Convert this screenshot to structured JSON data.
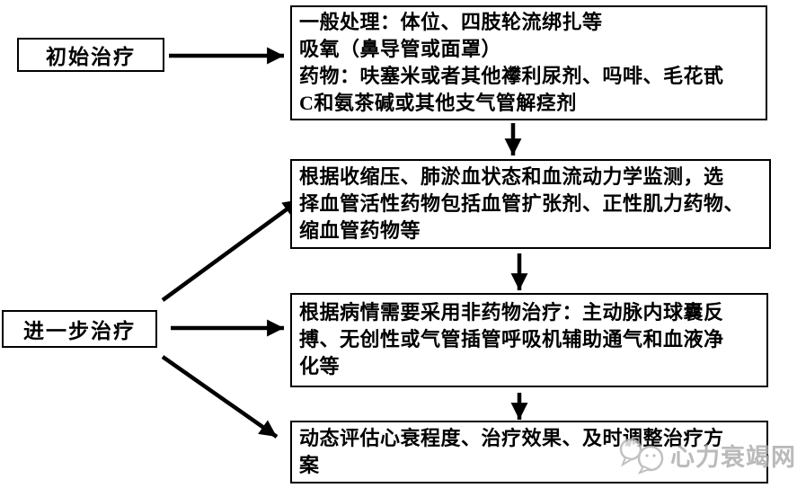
{
  "flowchart": {
    "stage_labels": {
      "initial": "初始治疗",
      "further": "进一步治疗"
    },
    "steps": {
      "general": "一般处理：体位、四肢轮流绑扎等\n吸氧（鼻导管或面罩）\n药物：呋塞米或者其他襻利尿剂、吗啡、毛花甙\nC和氨茶碱或其他支气管解痉剂",
      "vasoactive": "根据收缩压、肺淤血状态和血流动力学监测，选\n择血管活性药物包括血管扩张剂、正性肌力药物、\n缩血管药物等",
      "nonpharma": "根据病情需要采用非药物治疗：主动脉内球囊反\n搏、无创性或气管插管呼吸机辅助通气和血液净\n化等",
      "evaluate": "动态评估心衰程度、治疗效果、及时调整治疗方\n案"
    },
    "watermark": "心力衰竭网",
    "colors": {
      "line": "#000000",
      "background": "#ffffff",
      "watermark": "#ababab"
    }
  }
}
